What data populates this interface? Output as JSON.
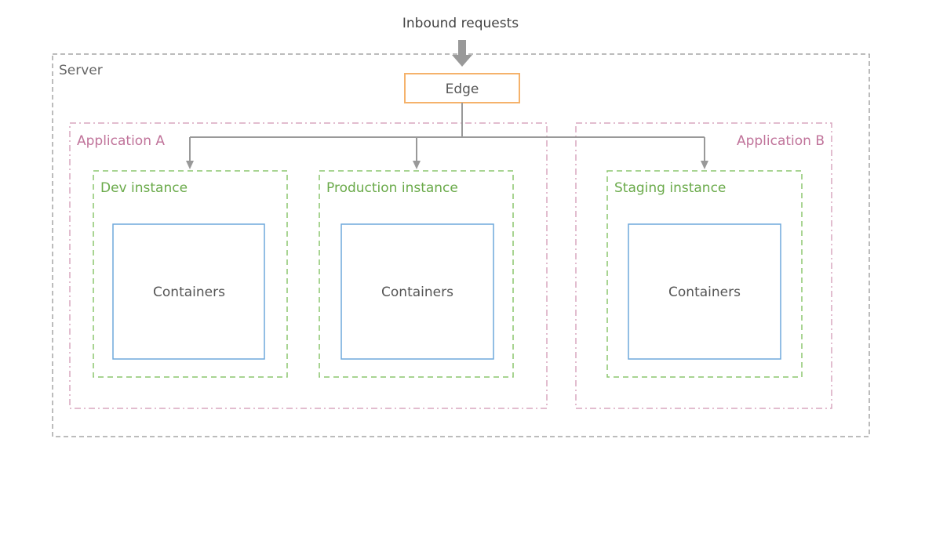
{
  "diagram": {
    "inbound_label": "Inbound requests",
    "edge_label": "Edge",
    "server_label": "Server",
    "applications": [
      {
        "label": "Application A",
        "instances": [
          {
            "label": "Dev instance",
            "content": "Containers"
          },
          {
            "label": "Production instance",
            "content": "Containers"
          }
        ]
      },
      {
        "label": "Application B",
        "instances": [
          {
            "label": "Staging instance",
            "content": "Containers"
          }
        ]
      }
    ],
    "colors": {
      "server": "#7a7a7a",
      "edge": "#f5b26b",
      "application": "#d9a7bf",
      "application_text": "#c0739a",
      "instance": "#8cc56f",
      "instance_text": "#6aaa4a",
      "container": "#6fa8dc",
      "arrow": "#999999",
      "text": "#555555"
    }
  }
}
